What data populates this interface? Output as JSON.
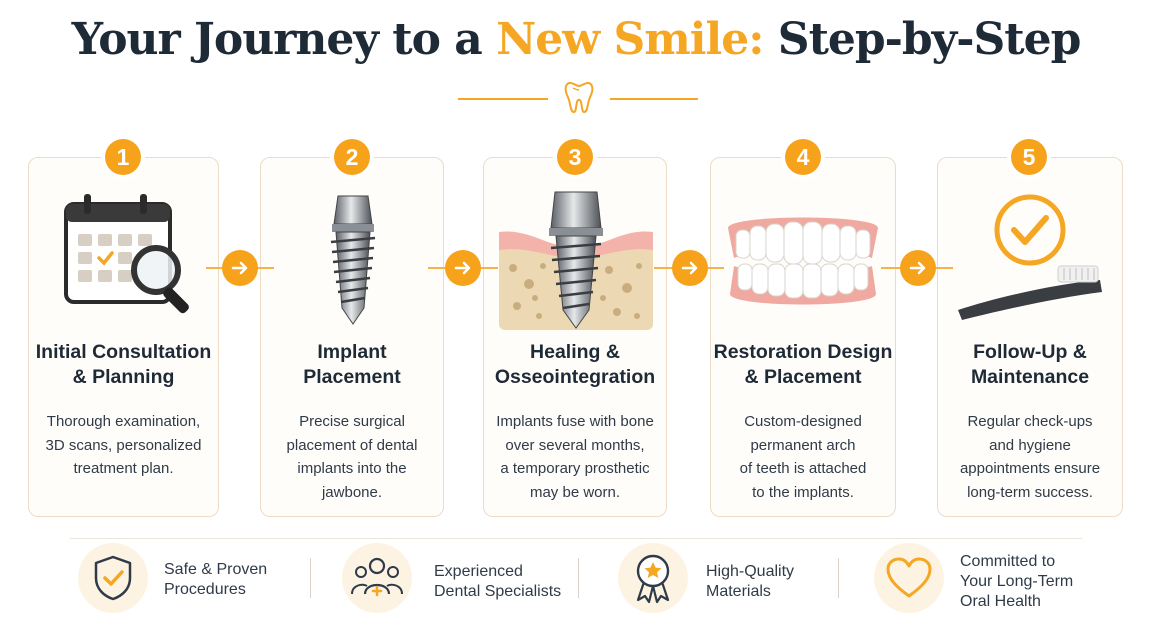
{
  "header": {
    "title_part1": "Your Journey to a ",
    "title_accent": "New Smile:",
    "title_part2": " Step-by-Step"
  },
  "colors": {
    "accent": "#f5a623",
    "heading": "#1f2a37",
    "card_border": "#ecdcc6"
  },
  "steps": [
    {
      "number": "1",
      "title_line1": "Initial Consultation",
      "title_line2": "& Planning",
      "desc": [
        "Thorough examination,",
        "3D scans, personalized",
        "treatment plan."
      ],
      "icon": "calendar-magnifier-icon"
    },
    {
      "number": "2",
      "title_line1": "Implant",
      "title_line2": "Placement",
      "desc": [
        "Precise surgical",
        "placement of dental",
        "implants into the",
        "jawbone."
      ],
      "icon": "dental-implant-icon"
    },
    {
      "number": "3",
      "title_line1": "Healing &",
      "title_line2": "Osseointegration",
      "desc": [
        "Implants fuse with bone",
        "over several months,",
        "a temporary prosthetic",
        "may be worn."
      ],
      "icon": "implant-in-bone-icon"
    },
    {
      "number": "4",
      "title_line1": "Restoration Design",
      "title_line2": "& Placement",
      "desc": [
        "Custom-designed",
        "permanent arch",
        "of teeth is attached",
        "to the implants."
      ],
      "icon": "denture-arch-icon"
    },
    {
      "number": "5",
      "title_line1": "Follow-Up &",
      "title_line2": "Maintenance",
      "desc": [
        "Regular check-ups",
        "and hygiene",
        "appointments ensure",
        "long-term success."
      ],
      "icon": "checkmark-toothbrush-icon"
    }
  ],
  "features": [
    {
      "lines": [
        "Safe & Proven",
        "Procedures"
      ],
      "icon": "shield-check-icon"
    },
    {
      "lines": [
        "Experienced",
        "Dental Specialists"
      ],
      "icon": "team-specialists-icon"
    },
    {
      "lines": [
        "High-Quality",
        "Materials"
      ],
      "icon": "award-ribbon-icon"
    },
    {
      "lines": [
        "Committed to",
        "Your Long-Term",
        "Oral Health"
      ],
      "icon": "heart-icon"
    }
  ]
}
